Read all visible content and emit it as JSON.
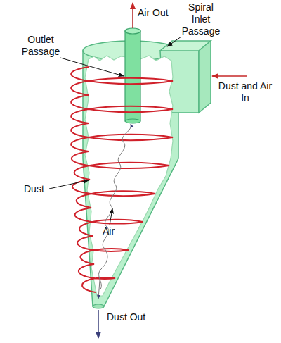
{
  "diagram": {
    "labels": [
      "Air Out",
      "Spiral Inlet Passage",
      "Outlet Passage",
      "Dust and Air In",
      "Dust",
      "Air",
      "Dust Out"
    ]
  }
}
